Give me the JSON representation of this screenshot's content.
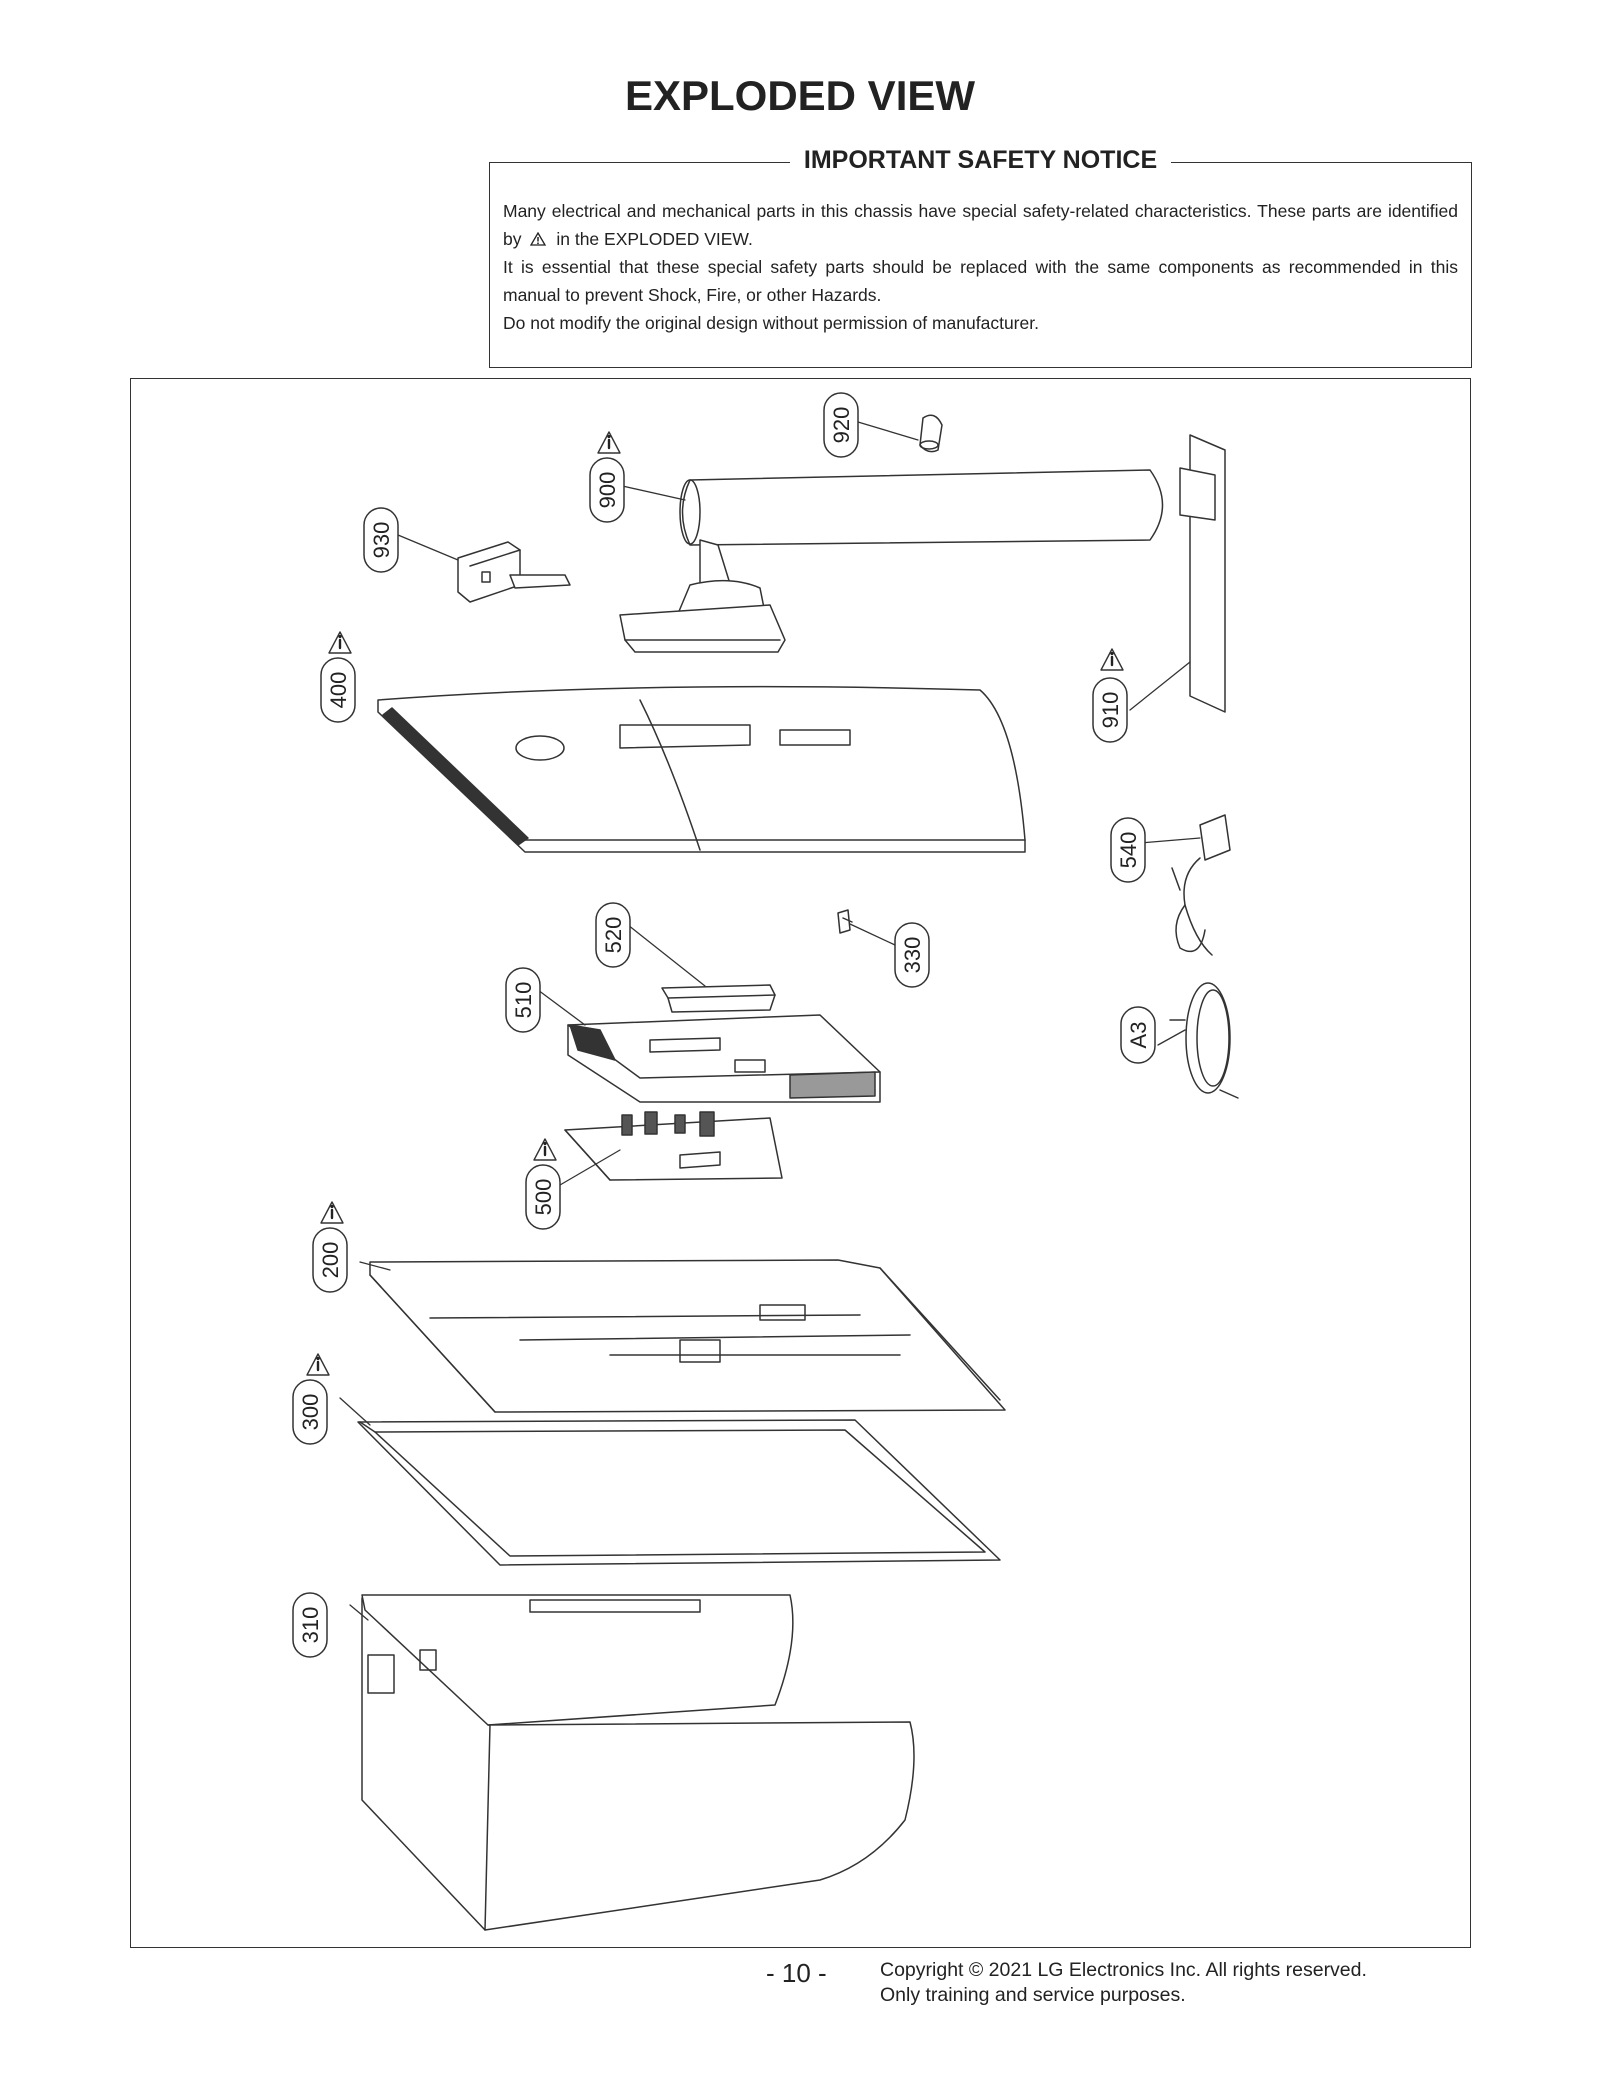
{
  "page": {
    "title": "EXPLODED VIEW",
    "page_number": "- 10 -"
  },
  "notice": {
    "heading": "IMPORTANT SAFETY NOTICE",
    "line1_before_icon": "Many electrical and mechanical parts in this chassis have special safety-related characteristics. These parts are identified by",
    "line1_after_icon": "in the EXPLODED VIEW.",
    "line2": "It is essential that these special safety parts should be replaced with the same components as recommended in this manual to prevent Shock, Fire, or other Hazards.",
    "line3": "Do not modify the original design without permission of manufacturer."
  },
  "parts": [
    {
      "id": "920",
      "safety": false
    },
    {
      "id": "900",
      "safety": true
    },
    {
      "id": "930",
      "safety": false
    },
    {
      "id": "400",
      "safety": true
    },
    {
      "id": "910",
      "safety": true
    },
    {
      "id": "540",
      "safety": false
    },
    {
      "id": "520",
      "safety": false
    },
    {
      "id": "330",
      "safety": false
    },
    {
      "id": "510",
      "safety": false
    },
    {
      "id": "A3",
      "safety": false
    },
    {
      "id": "500",
      "safety": true
    },
    {
      "id": "200",
      "safety": true
    },
    {
      "id": "300",
      "safety": true
    },
    {
      "id": "310",
      "safety": false
    }
  ],
  "footer": {
    "copyright_line1": "Copyright © 2021 LG Electronics Inc. All rights reserved.",
    "copyright_line2": "Only training and service purposes."
  },
  "colors": {
    "line": "#333333",
    "text": "#222222"
  }
}
